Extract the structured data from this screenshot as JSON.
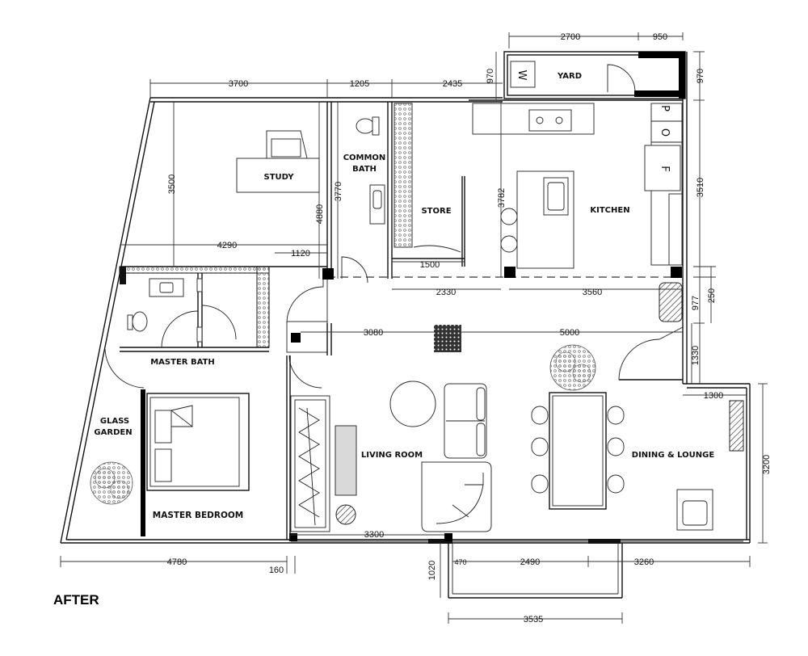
{
  "heading": "AFTER",
  "rooms": {
    "yard": "YARD",
    "study": "STUDY",
    "common_bath_1": "COMMON",
    "common_bath_2": "BATH",
    "store": "STORE",
    "kitchen": "KITCHEN",
    "master_bath": "MASTER BATH",
    "glass_garden_1": "GLASS",
    "glass_garden_2": "GARDEN",
    "living_room": "LIVING ROOM",
    "dining_lounge": "DINING & LOUNGE",
    "master_bedroom": "MASTER BEDROOM"
  },
  "appliances": {
    "washer": "W",
    "p": "P",
    "o": "O",
    "f": "F"
  },
  "dimensions": {
    "d2700": "2700",
    "d950": "950",
    "d970_left": "970",
    "d970_right": "970",
    "d3700": "3700",
    "d1205": "1205",
    "d2435": "2435",
    "d3500": "3500",
    "d3770": "3770",
    "d4880": "4880",
    "d3782": "3782",
    "d3510": "3510",
    "d4290": "4290",
    "d1120": "1120",
    "d1500": "1500",
    "d2330": "2330",
    "d3560": "3560",
    "d250": "250",
    "d977": "977",
    "d3080": "3080",
    "d5000": "5000",
    "d1330": "1330",
    "d1300": "1300",
    "d3200": "3200",
    "d3300": "3300",
    "d4780": "4780",
    "d160": "160",
    "d1020": "1020",
    "d470": "470",
    "d2490": "2490",
    "d3260": "3260",
    "d3535": "3535"
  }
}
